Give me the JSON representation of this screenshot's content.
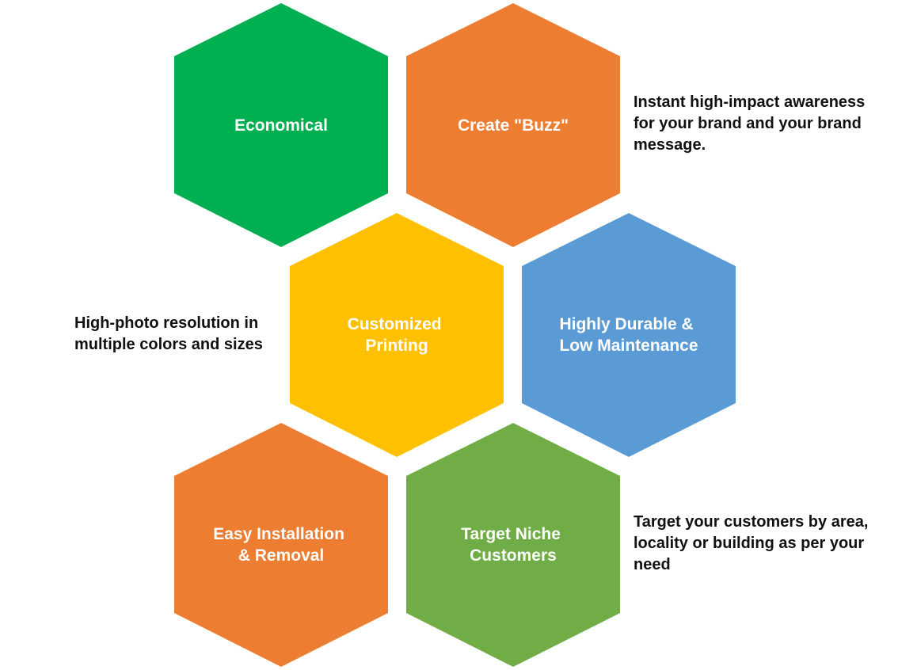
{
  "hexagons": [
    {
      "id": "economical",
      "lines": [
        "Economical"
      ],
      "color": "#00B050"
    },
    {
      "id": "create-buzz",
      "lines": [
        "Create \"Buzz\""
      ],
      "color": "#ED7D31"
    },
    {
      "id": "customized-printing",
      "lines": [
        "Customized",
        "Printing"
      ],
      "color": "#FFC000"
    },
    {
      "id": "highly-durable",
      "lines": [
        "Highly Durable &",
        "Low Maintenance"
      ],
      "color": "#5B9BD5"
    },
    {
      "id": "easy-installation",
      "lines": [
        "Easy Installation",
        "& Removal"
      ],
      "color": "#ED7D31"
    },
    {
      "id": "target-niche",
      "lines": [
        "Target Niche",
        "Customers"
      ],
      "color": "#70AD47"
    }
  ],
  "notes": {
    "buzz": [
      "Instant high-impact awareness",
      "for your brand and your brand",
      "message."
    ],
    "printing": [
      "High-photo resolution in",
      "multiple colors and sizes"
    ],
    "niche": [
      "Target your customers by area,",
      "locality or building as per your",
      "need"
    ]
  }
}
